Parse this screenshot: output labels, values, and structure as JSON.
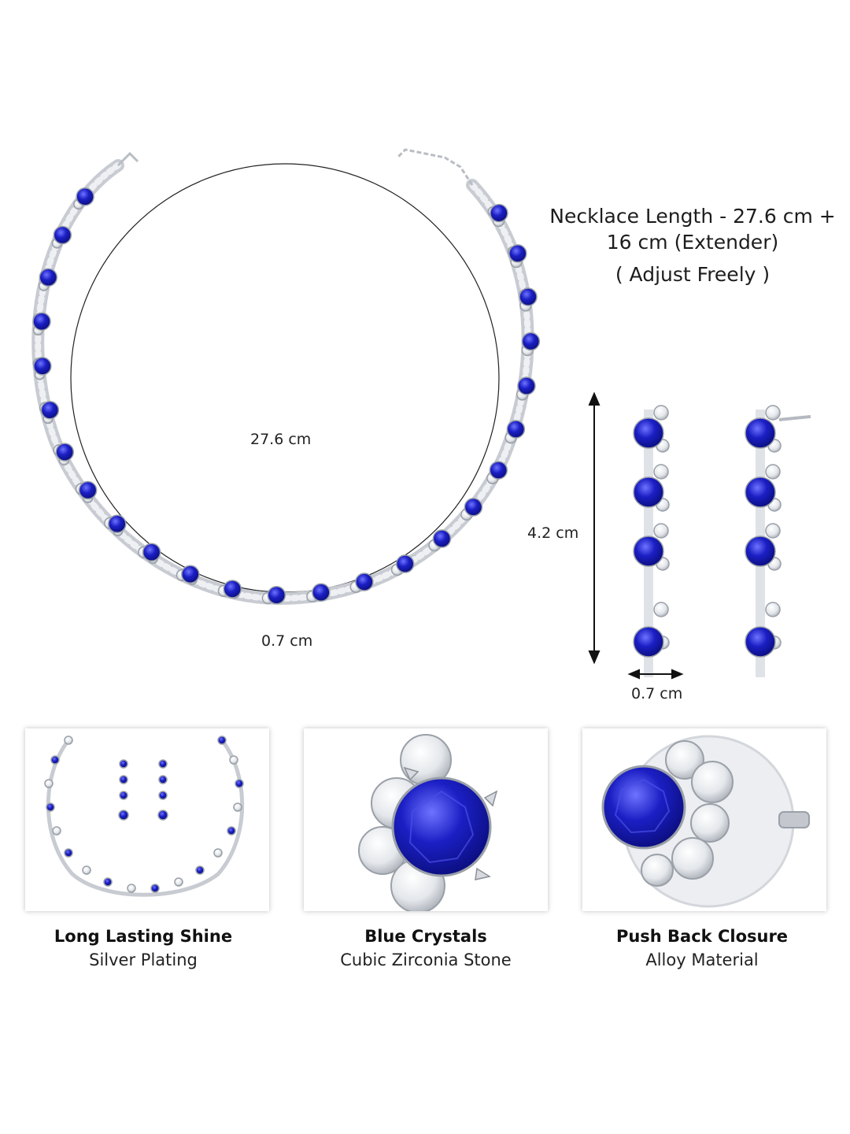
{
  "necklace": {
    "length_label": "27.6 cm",
    "width_label": "0.7 cm"
  },
  "earring": {
    "height_label": "4.2 cm",
    "width_label": "0.7 cm"
  },
  "specs": {
    "length_line1": "Necklace Length - 27.6 cm +",
    "length_line2": "16 cm (Extender)",
    "adjust": "( Adjust Freely )"
  },
  "features": [
    {
      "title": "Long Lasting Shine",
      "subtitle": "Silver Plating"
    },
    {
      "title": "Blue Crystals",
      "subtitle": "Cubic Zirconia Stone"
    },
    {
      "title": "Push Back Closure",
      "subtitle": "Alloy Material"
    }
  ],
  "colors": {
    "sapphire": "#1b1fc4",
    "sapphire_dark": "#0a0d7a",
    "silver": "#c8ccd2",
    "crystal": "#eef0f3"
  }
}
